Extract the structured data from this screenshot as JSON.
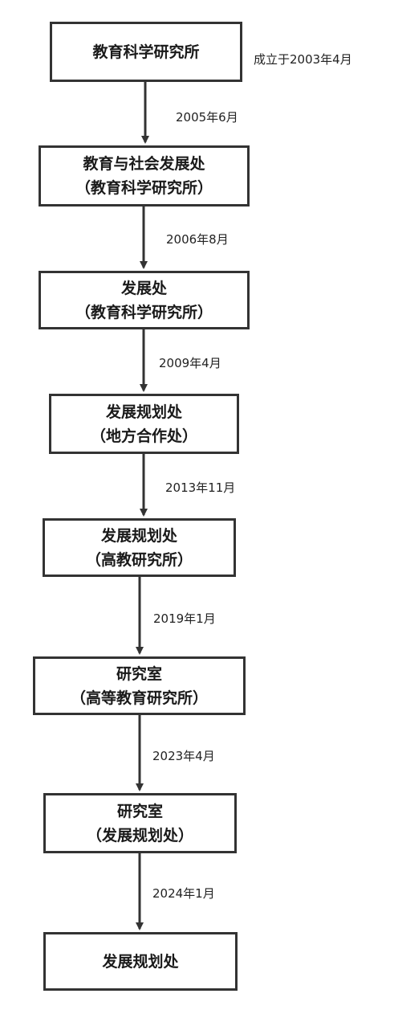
{
  "nodes": [
    {
      "line1": "教育科学研究所",
      "line2": ""
    },
    {
      "line1": "教育与社会发展处",
      "line2": "（教育科学研究所）"
    },
    {
      "line1": "发展处",
      "line2": "（教育科学研究所）"
    },
    {
      "line1": "发展规划处",
      "line2": "（地方合作处）"
    },
    {
      "line1": "发展规划处",
      "line2": "（高教研究所）"
    },
    {
      "line1": "研究室",
      "line2": "（高等教育研究所）"
    },
    {
      "line1": "研究室",
      "line2": "（发展规划处）"
    },
    {
      "line1": "发展规划处",
      "line2": ""
    }
  ],
  "founded_note": "成立于2003年4月",
  "transitions": [
    "2005年6月",
    "2006年8月",
    "2009年4月",
    "2013年11月",
    "2019年1月",
    "2023年4月",
    "2024年1月"
  ],
  "colors": {
    "border": "#333333",
    "arrow": "#333333",
    "text": "#1a1a1a"
  }
}
